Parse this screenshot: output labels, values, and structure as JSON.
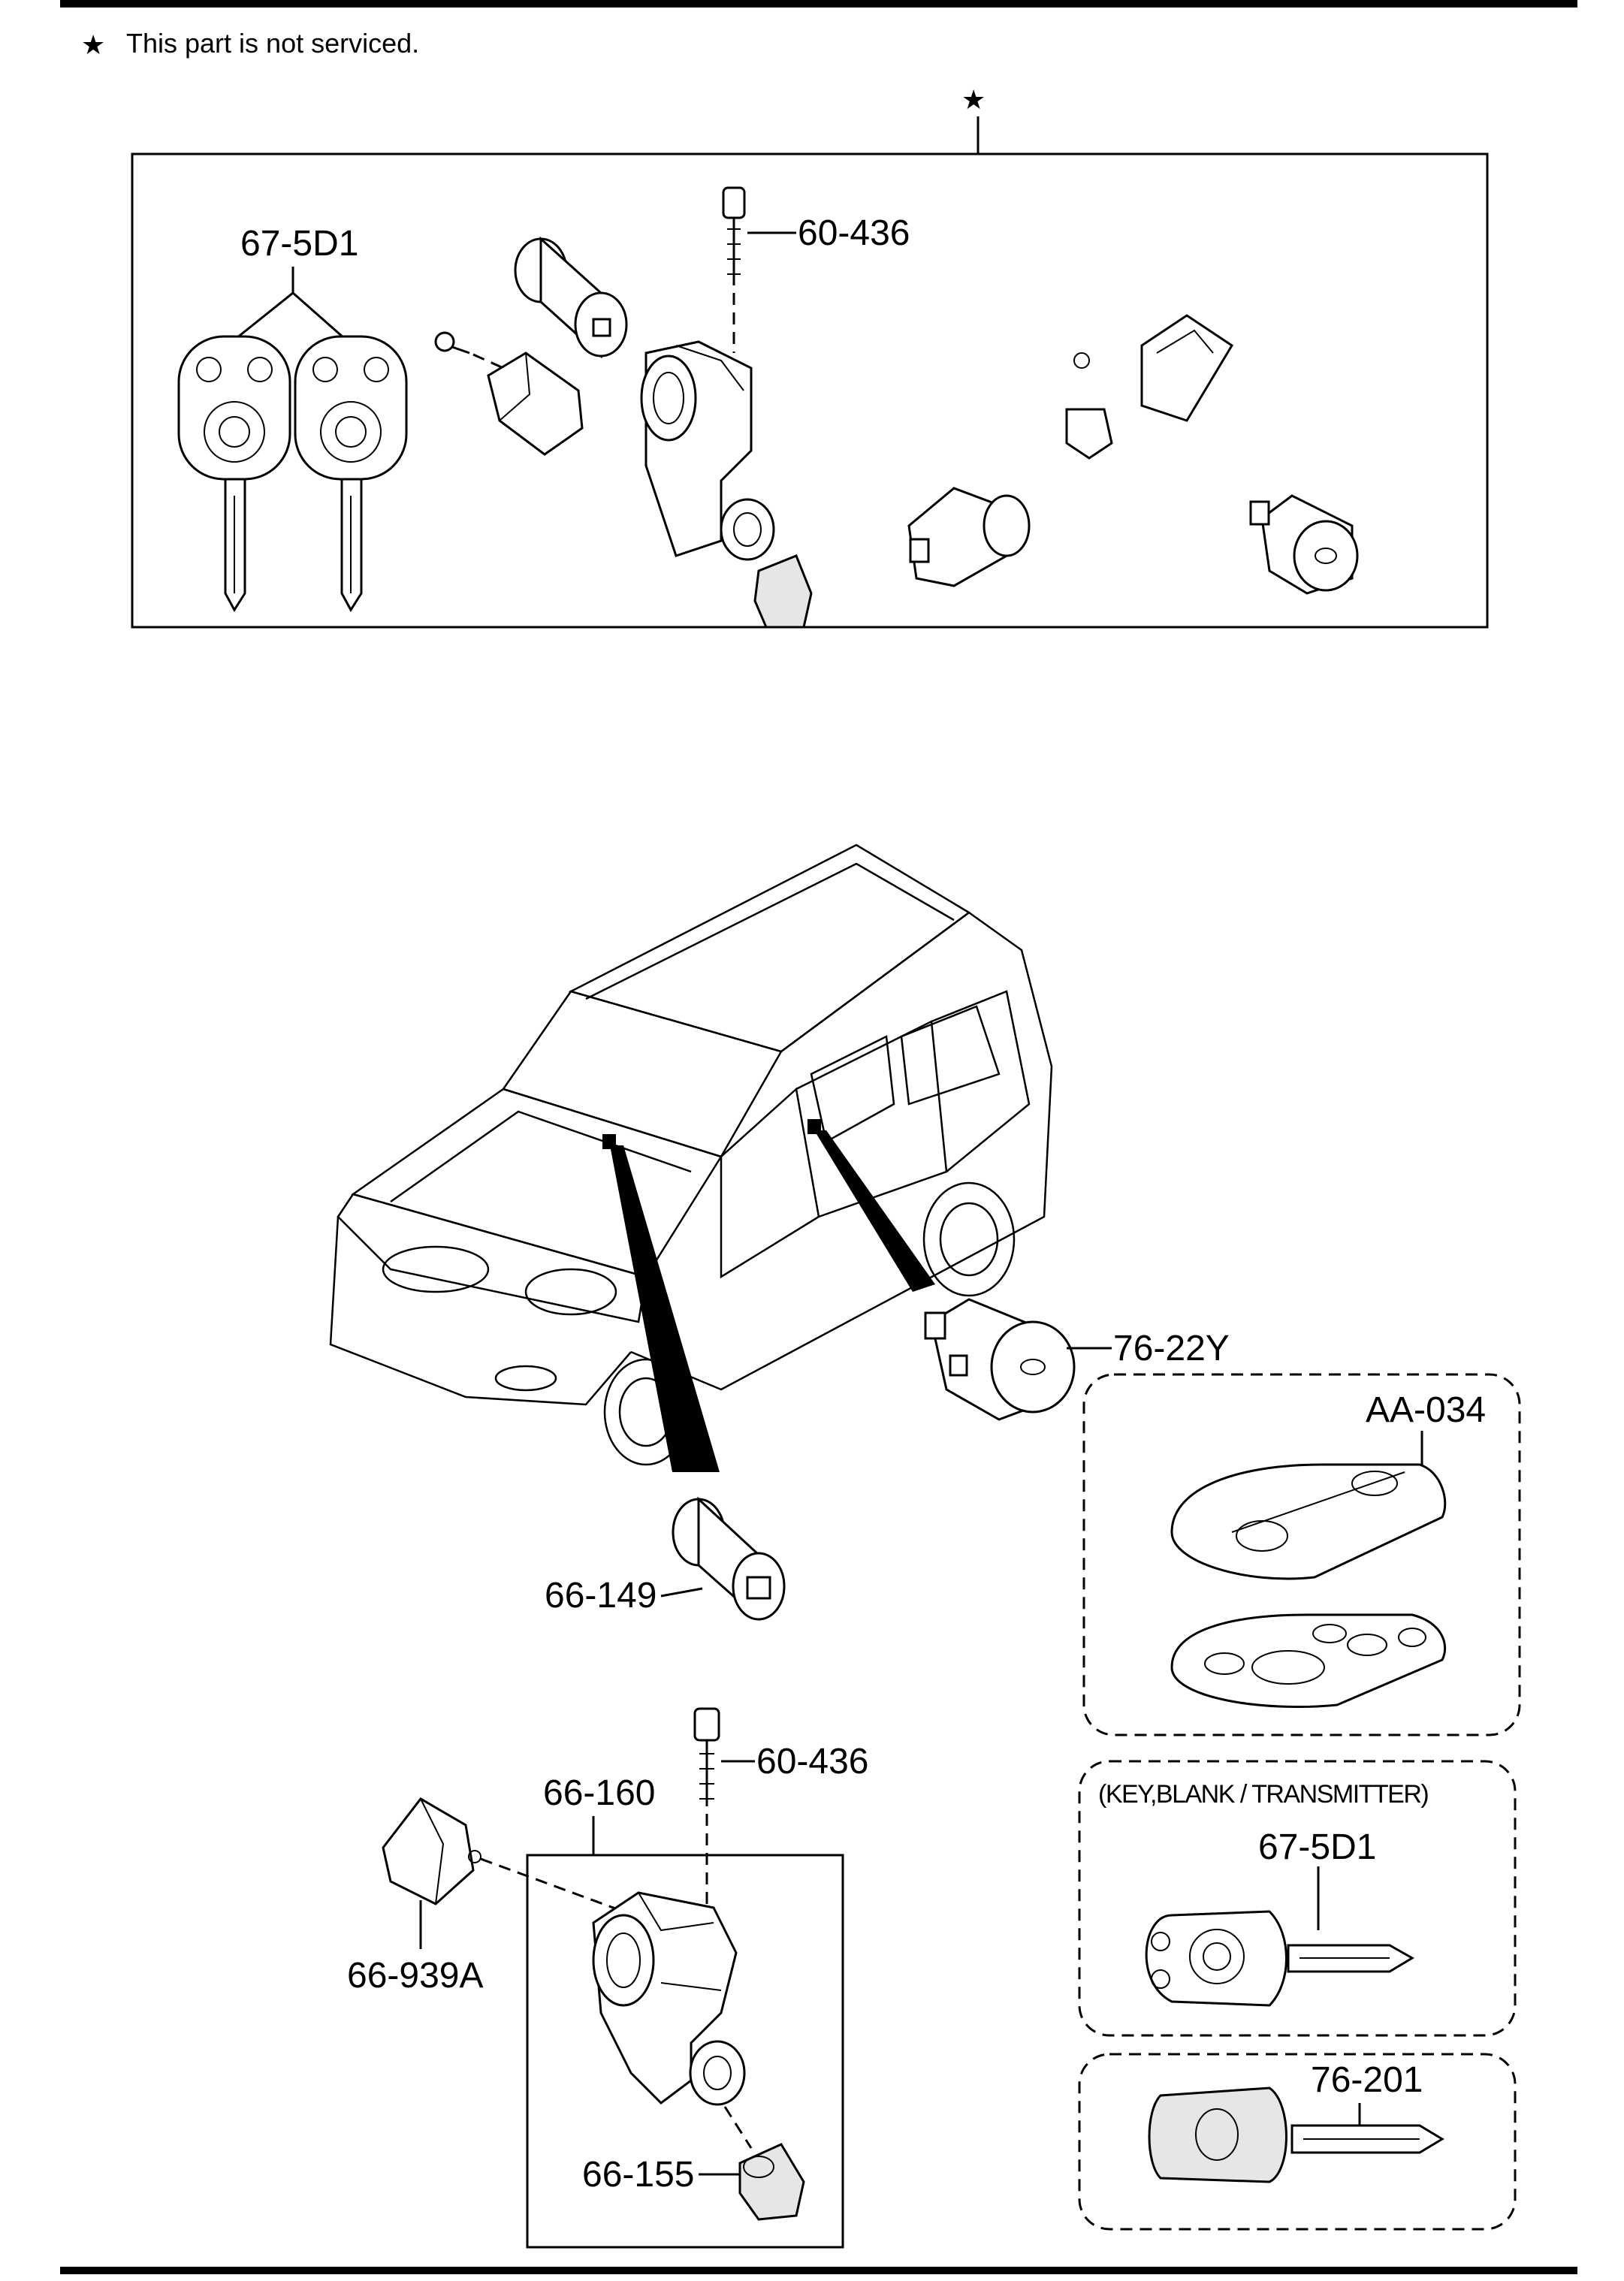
{
  "note": {
    "symbol": "★",
    "text": "This part is not serviced."
  },
  "unserviced_group": {
    "marker": "★",
    "labels": {
      "keys": "67-5D1",
      "bolt": "60-436"
    }
  },
  "main_labels": {
    "door_lock_cylinder": "76-22Y",
    "ignition_cylinder": "66-149",
    "bolt": "60-436",
    "steering_lock": "66-160",
    "cover": "66-939A",
    "knob": "66-155"
  },
  "boxes": {
    "aa034": {
      "label": "AA-034"
    },
    "transmitter": {
      "caption": "(KEY,BLANK / TRANSMITTER)",
      "label": "67-5D1"
    },
    "key_blank": {
      "label": "76-201"
    }
  }
}
